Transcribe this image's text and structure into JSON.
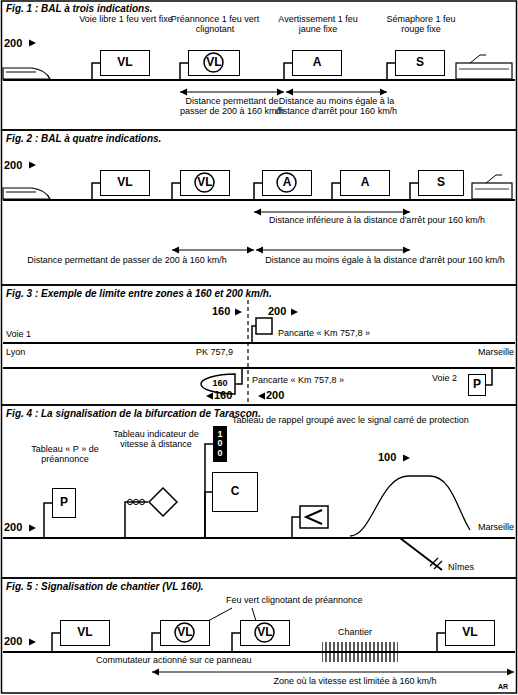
{
  "diagram": {
    "nodes": [
      {
        "text": [
          "Voie libre 1 feu vert fixe",
          "VL"
        ]
      },
      {
        "text": [
          "Préannonce 1 feu vert clignotant",
          "VL"
        ]
      },
      {
        "text": [
          "Avertissement 1 feu jaune fixe",
          "A"
        ]
      },
      {
        "text": [
          "Sémaphore 1 feu rouge fixe",
          "S"
        ]
      },
      {
        "text": [
          "VL"
        ]
      },
      {
        "text": [
          "VL"
        ]
      },
      {
        "text": [
          "A"
        ]
      },
      {
        "text": [
          "A"
        ]
      },
      {
        "text": [
          "S"
        ]
      },
      {
        "text": [
          "160"
        ]
      },
      {
        "text": [
          "P"
        ]
      },
      {
        "text": [
          "Tableau « P » de préannonce",
          "P"
        ]
      },
      {
        "text": [
          "Tableau indicateur de vitesse à distance"
        ]
      },
      {
        "text": [
          "Tableau de rappel groupé avec le signal carré de protection",
          "100"
        ]
      },
      {
        "text": [
          "C"
        ]
      },
      {
        "text": [
          "VL"
        ]
      },
      {
        "text": [
          "VL"
        ]
      },
      {
        "text": [
          "VL"
        ]
      },
      {
        "text": [
          "VL"
        ]
      }
    ],
    "labels": [
      "Fig. 1 : BAL à trois indications.",
      "200",
      "Distance permettant de passer de 200 à 160 km/h",
      "Distance au moins égale à la distance d'arrêt pour 160 km/h",
      "Fig. 2 : BAL à quatre indications.",
      "200",
      "Distance inférieure à la distance d'arrêt pour 160 km/h",
      "Distance permettant de passer de 200 à 160 km/h",
      "Distance au moins égale à la distance d'arrêt pour 160 km/h",
      "Fig. 3 : Exemple de limite entre zones à 160 et 200 km/h.",
      "160",
      "200",
      "Pancarte « Km 757,8 »",
      "Voie 1",
      "Lyon",
      "PK 757,9",
      "Marseille",
      "Voie 2",
      "Pancarte « Km 757,8 »",
      "160",
      "200",
      "Fig. 4 : La signalisation de la bifurcation de Tarascon.",
      "200",
      "100",
      "Marseille",
      "Nîmes",
      "Fig. 5 : Signalisation de chantier (VL 160).",
      "200",
      "Feu vert clignotant de préannonce",
      "Chantier",
      "Commutateur actionné sur ce panneau",
      "Zone où la vitesse est limitée à 160 km/h",
      "AR"
    ]
  }
}
